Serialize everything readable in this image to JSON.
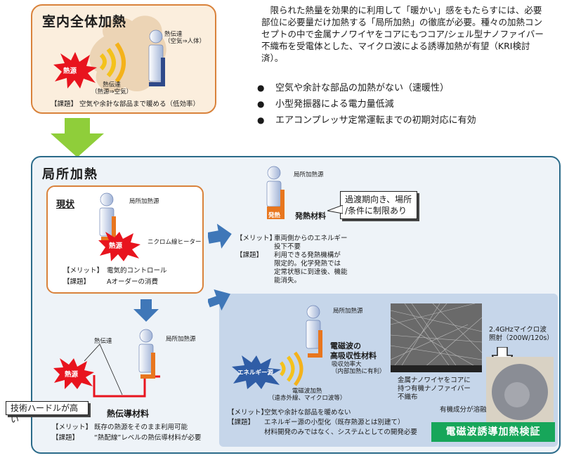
{
  "top_section": {
    "title": "室内全体加熱",
    "heat_transfer_air_person": "熱伝達\n（空気⇒人体）",
    "heat_source": "熱源",
    "heat_transfer_source_air": "熱伝達\n（熱源⇒空気）",
    "issue": "【課題】 空気や余計な部品まで暖める（低効率）"
  },
  "description": "限られた熱量を効果的に利用して「暖かい」感をもたらすには、必要部位に必要量だけ加熱する「局所加熱」の徹底が必要。種々の加熱コンセプトの中で金属ナノワイヤをコアにもつコア/シェル型ナノファイバー不織布を受電体とした、マイクロ波による誘導加熱が有望（KRI検討済）。",
  "bullets": [
    "空気や余計な部品の加熱がない（速暖性）",
    "小型発振器による電力量低減",
    "エアコンプレッサ定常運転までの初期対応に有効"
  ],
  "local_heating": {
    "title": "局所加熱",
    "current": {
      "title": "現状",
      "local_heat_source": "局所加熱源",
      "heat_source": "熱源",
      "nichrome": "ニクロム線ヒーター",
      "merit_label": "【メリット】",
      "merit_text": "電気的コントロール",
      "issue_label": "【課題】",
      "issue_text": "Aオーダーの消費"
    },
    "heat_generating": {
      "local_heat_source": "局所加熱源",
      "heat_label": "発熱",
      "material": "発熱材料",
      "callout": "過渡期向き、場所\n/条件に制限あり",
      "merit_label": "【メリット】",
      "merit_text": "車両側からのエネルギー\n投下不要",
      "issue_label": "【課題】",
      "issue_text": "利用できる発熱機構が\n限定的。化学発熱では\n定常状態に到達後、機能\n能消失。"
    },
    "conduction": {
      "heat_transfer": "熱伝達",
      "local_heat_source": "局所加熱源",
      "heat_source": "熱源",
      "material": "熱伝導材料",
      "callout": "技術ハードルが高い",
      "merit_label": "【メリット】",
      "merit_text": "既存の熱源をそのまま利用可能",
      "issue_label": "【課題】",
      "issue_text": "“熱配線”レベルの熱伝導材料が必要"
    },
    "electromagnetic": {
      "local_heat_source": "局所加熱源",
      "material": "電磁波の\n高吸収性材料",
      "absorption": "吸収効率大\n（内部加熱に有利）",
      "energy_source": "エネルギー源",
      "em_heating": "電磁波加熱\n（遠赤外線、マイクロ波等）",
      "sem_caption": "金属ナノワイヤをコアに\n持つ有機ナノファイバー\n不織布",
      "microwave": "2.4GHzマイクロ波\n照射（200W/120s）",
      "melt": "有機成分が溶融",
      "merit_label": "【メリット】",
      "merit_text": "空気や余計な部品を暖めない",
      "issue_label": "【課題】",
      "issue_text": "エネルギー源の小型化（既存熱源とは別建て）",
      "issue_text2": "材料開発のみではなく、システムとしての開発必要",
      "verification": "電磁波誘導加熱検証"
    }
  },
  "colors": {
    "orange": "#e8761e",
    "red_burst": "#e8141e",
    "blue_burst": "#2f5da6",
    "green_label": "#17a65a",
    "arrow_green": "#8fce3a",
    "arrow_blue": "#3f77b8"
  }
}
